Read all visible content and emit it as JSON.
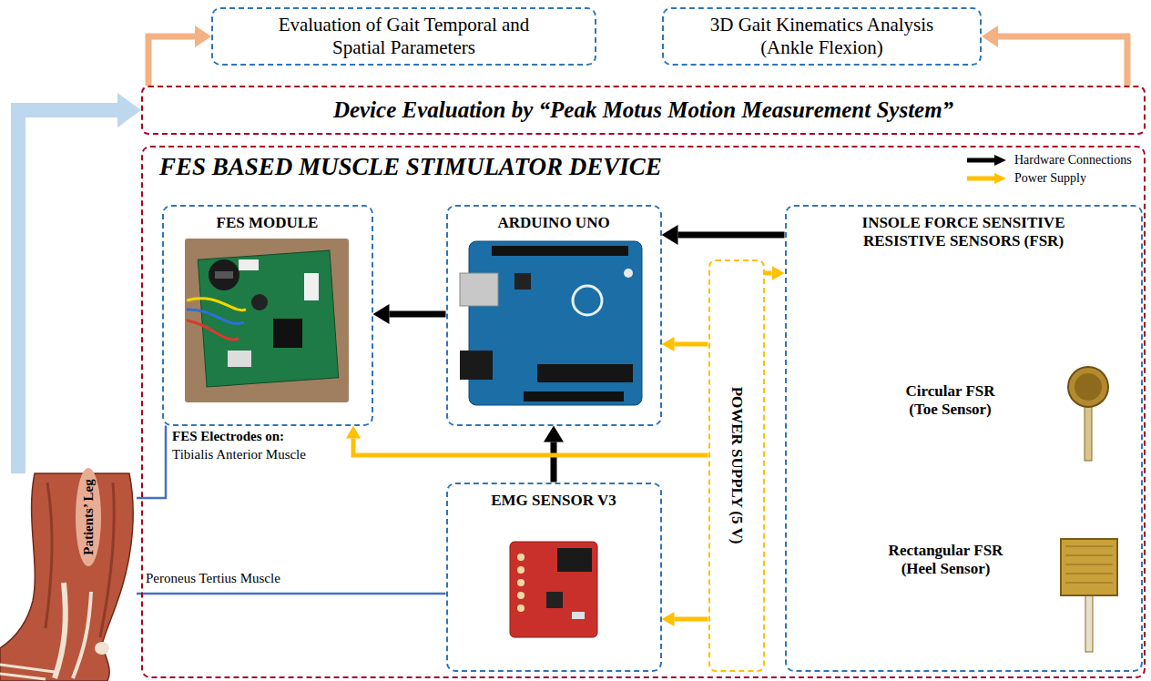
{
  "diagram": {
    "nodes": [
      {
        "text": [
          "Evaluation of Gait Temporal and Spatial Parameters"
        ]
      },
      {
        "text": [
          "3D Gait Kinematics Analysis (Ankle Flexion)"
        ]
      },
      {
        "text": [
          "Device Evaluation by “Peak Motus Motion Measurement System”"
        ]
      },
      {
        "text": [
          "FES BASED MUSCLE STIMULATOR DEVICE"
        ]
      },
      {
        "text": [
          "FES MODULE"
        ],
        "in": 3
      },
      {
        "text": [
          "ARDUINO UNO"
        ],
        "in": 3
      },
      {
        "text": [
          "INSOLE FORCE SENSITIVE RESISTIVE SENSORS (FSR)",
          "Circular FSR (Toe Sensor)",
          "Rectangular FSR (Heel Sensor)"
        ],
        "in": 3
      },
      {
        "text": [
          "POWER SUPPLY (5 V)"
        ],
        "in": 3
      },
      {
        "text": [
          "EMG SENSOR V3"
        ],
        "in": 3
      },
      {
        "text": [
          "Patients’ Leg"
        ]
      }
    ],
    "edges": [
      {
        "from": 6,
        "to": 5,
        "arrow": "to"
      },
      {
        "from": 5,
        "to": 4,
        "arrow": "to"
      },
      {
        "from": 8,
        "to": 5,
        "arrow": "to"
      },
      {
        "from": 7,
        "to": 5,
        "arrow": "to"
      },
      {
        "from": 7,
        "to": 6,
        "arrow": "to"
      },
      {
        "from": 7,
        "to": 8,
        "arrow": "to"
      },
      {
        "from": 7,
        "to": 4,
        "arrow": "to"
      },
      {
        "from": 2,
        "to": 0,
        "arrow": "to"
      },
      {
        "from": 2,
        "to": 1,
        "arrow": "to"
      },
      {
        "from": 9,
        "to": 2,
        "arrow": "to"
      },
      {
        "from": 9,
        "to": 4,
        "arrow": "none"
      },
      {
        "from": 9,
        "to": 8,
        "arrow": "none"
      }
    ],
    "labels": [
      "FES Electrodes on:",
      "Tibialis Anterior Muscle",
      "Peroneus Tertius Muscle"
    ],
    "legend": [
      {
        "text": "Hardware Connections"
      },
      {
        "text": "Power Supply"
      }
    ]
  }
}
